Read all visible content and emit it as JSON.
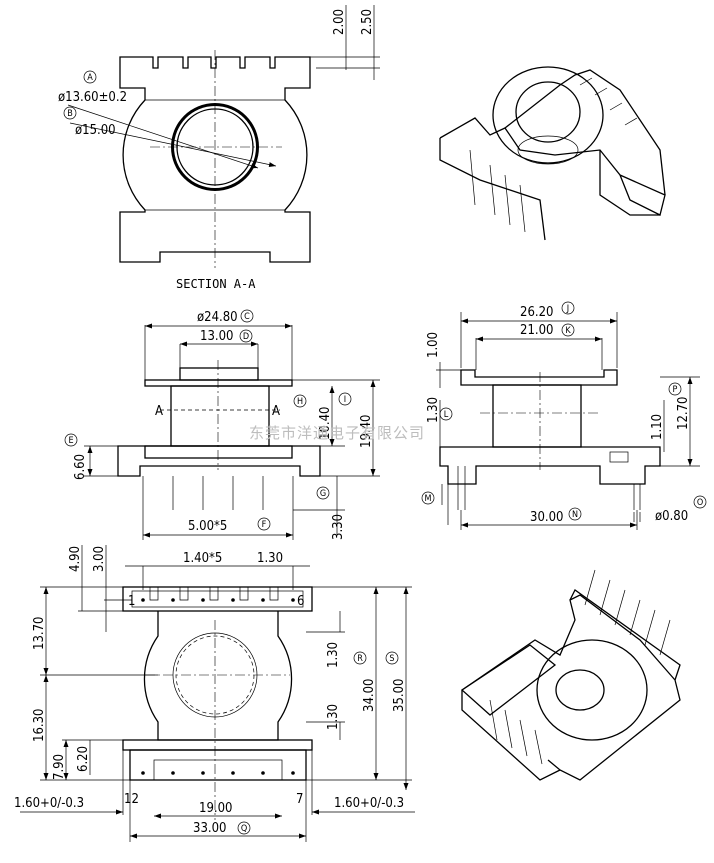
{
  "section": {
    "caption": "SECTION A-A",
    "dim_a": "ø13.60±0.2",
    "ref_a": "A",
    "dim_b": "ø15.00",
    "ref_b": "B",
    "dim_top1": "2.00",
    "dim_top2": "2.50"
  },
  "front": {
    "dim_c": "ø24.80",
    "ref_c": "C",
    "dim_d": "13.00",
    "ref_d": "D",
    "dim_e": "6.60",
    "ref_e": "E",
    "dim_f": "5.00*5",
    "ref_f": "F",
    "dim_g": "3.30",
    "ref_g": "G",
    "dim_h": "10.40",
    "ref_h": "H",
    "dim_i": "19.40",
    "ref_i": "I",
    "section_mark": "A"
  },
  "side": {
    "dim_j": "26.20",
    "ref_j": "J",
    "dim_k": "21.00",
    "ref_k": "K",
    "dim_l": "1.30",
    "ref_l": "L",
    "dim_m_ref": "M",
    "dim_n": "30.00",
    "ref_n": "N",
    "dim_o": "ø0.80",
    "ref_o": "O",
    "dim_p": "12.70",
    "ref_p": "P",
    "dim_top": "1.00",
    "dim_110": "1.10"
  },
  "bottom": {
    "dim_490": "4.90",
    "dim_300": "3.00",
    "dim_pitch": "1.40*5",
    "dim_130a": "1.30",
    "dim_1370": "13.70",
    "dim_1630": "16.30",
    "dim_790": "7.90",
    "dim_620": "6.20",
    "dim_130b": "1.30",
    "dim_130c": "1.30",
    "dim_r": "34.00",
    "ref_r": "R",
    "dim_s": "35.00",
    "ref_s": "S",
    "dim_19": "19.00",
    "dim_q": "33.00",
    "ref_q": "Q",
    "tol_left": "1.60+0/-0.3",
    "tol_right": "1.60+0/-0.3",
    "pin1": "1",
    "pin6": "6",
    "pin7": "7",
    "pin12": "12"
  },
  "watermark": "东莞市洋通电子有限公司"
}
